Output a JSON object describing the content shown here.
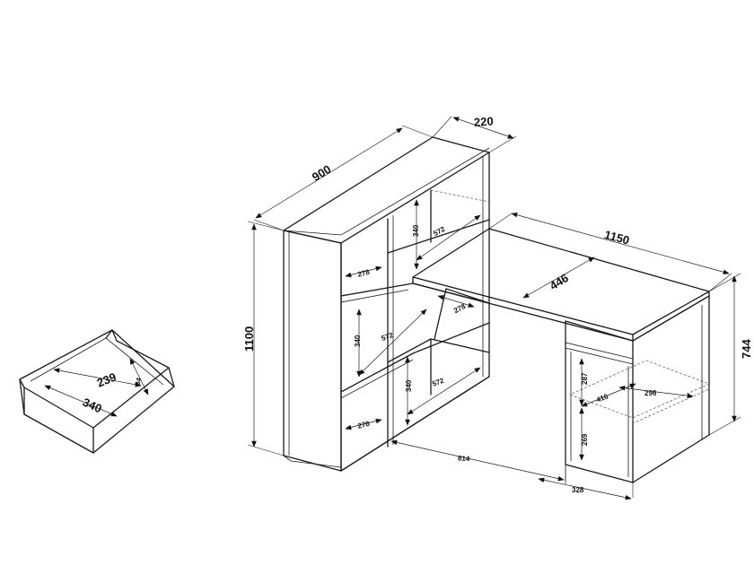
{
  "diagram": {
    "dimensions": {
      "shelf_width": "900",
      "shelf_depth": "220",
      "desk_length": "1150",
      "desk_depth": "446",
      "total_height": "1100",
      "desk_height": "744",
      "cell_width_top": "572",
      "cell_height_top": "340",
      "cell_depth_top": "278",
      "cell_width_mid": "572",
      "cell_height_mid": "340",
      "cell_depth_mid": "278",
      "cell_width_bottom": "572",
      "cell_height_bottom": "340",
      "cell_depth_bottom": "278",
      "gap_under_desk": "814",
      "pedestal_width": "328",
      "pedestal_shelf_width": "416",
      "pedestal_shelf_depth": "296",
      "pedestal_upper_height": "287",
      "pedestal_lower_height": "269",
      "drawer_depth": "340",
      "drawer_width": "239",
      "drawer_height": "84"
    }
  }
}
